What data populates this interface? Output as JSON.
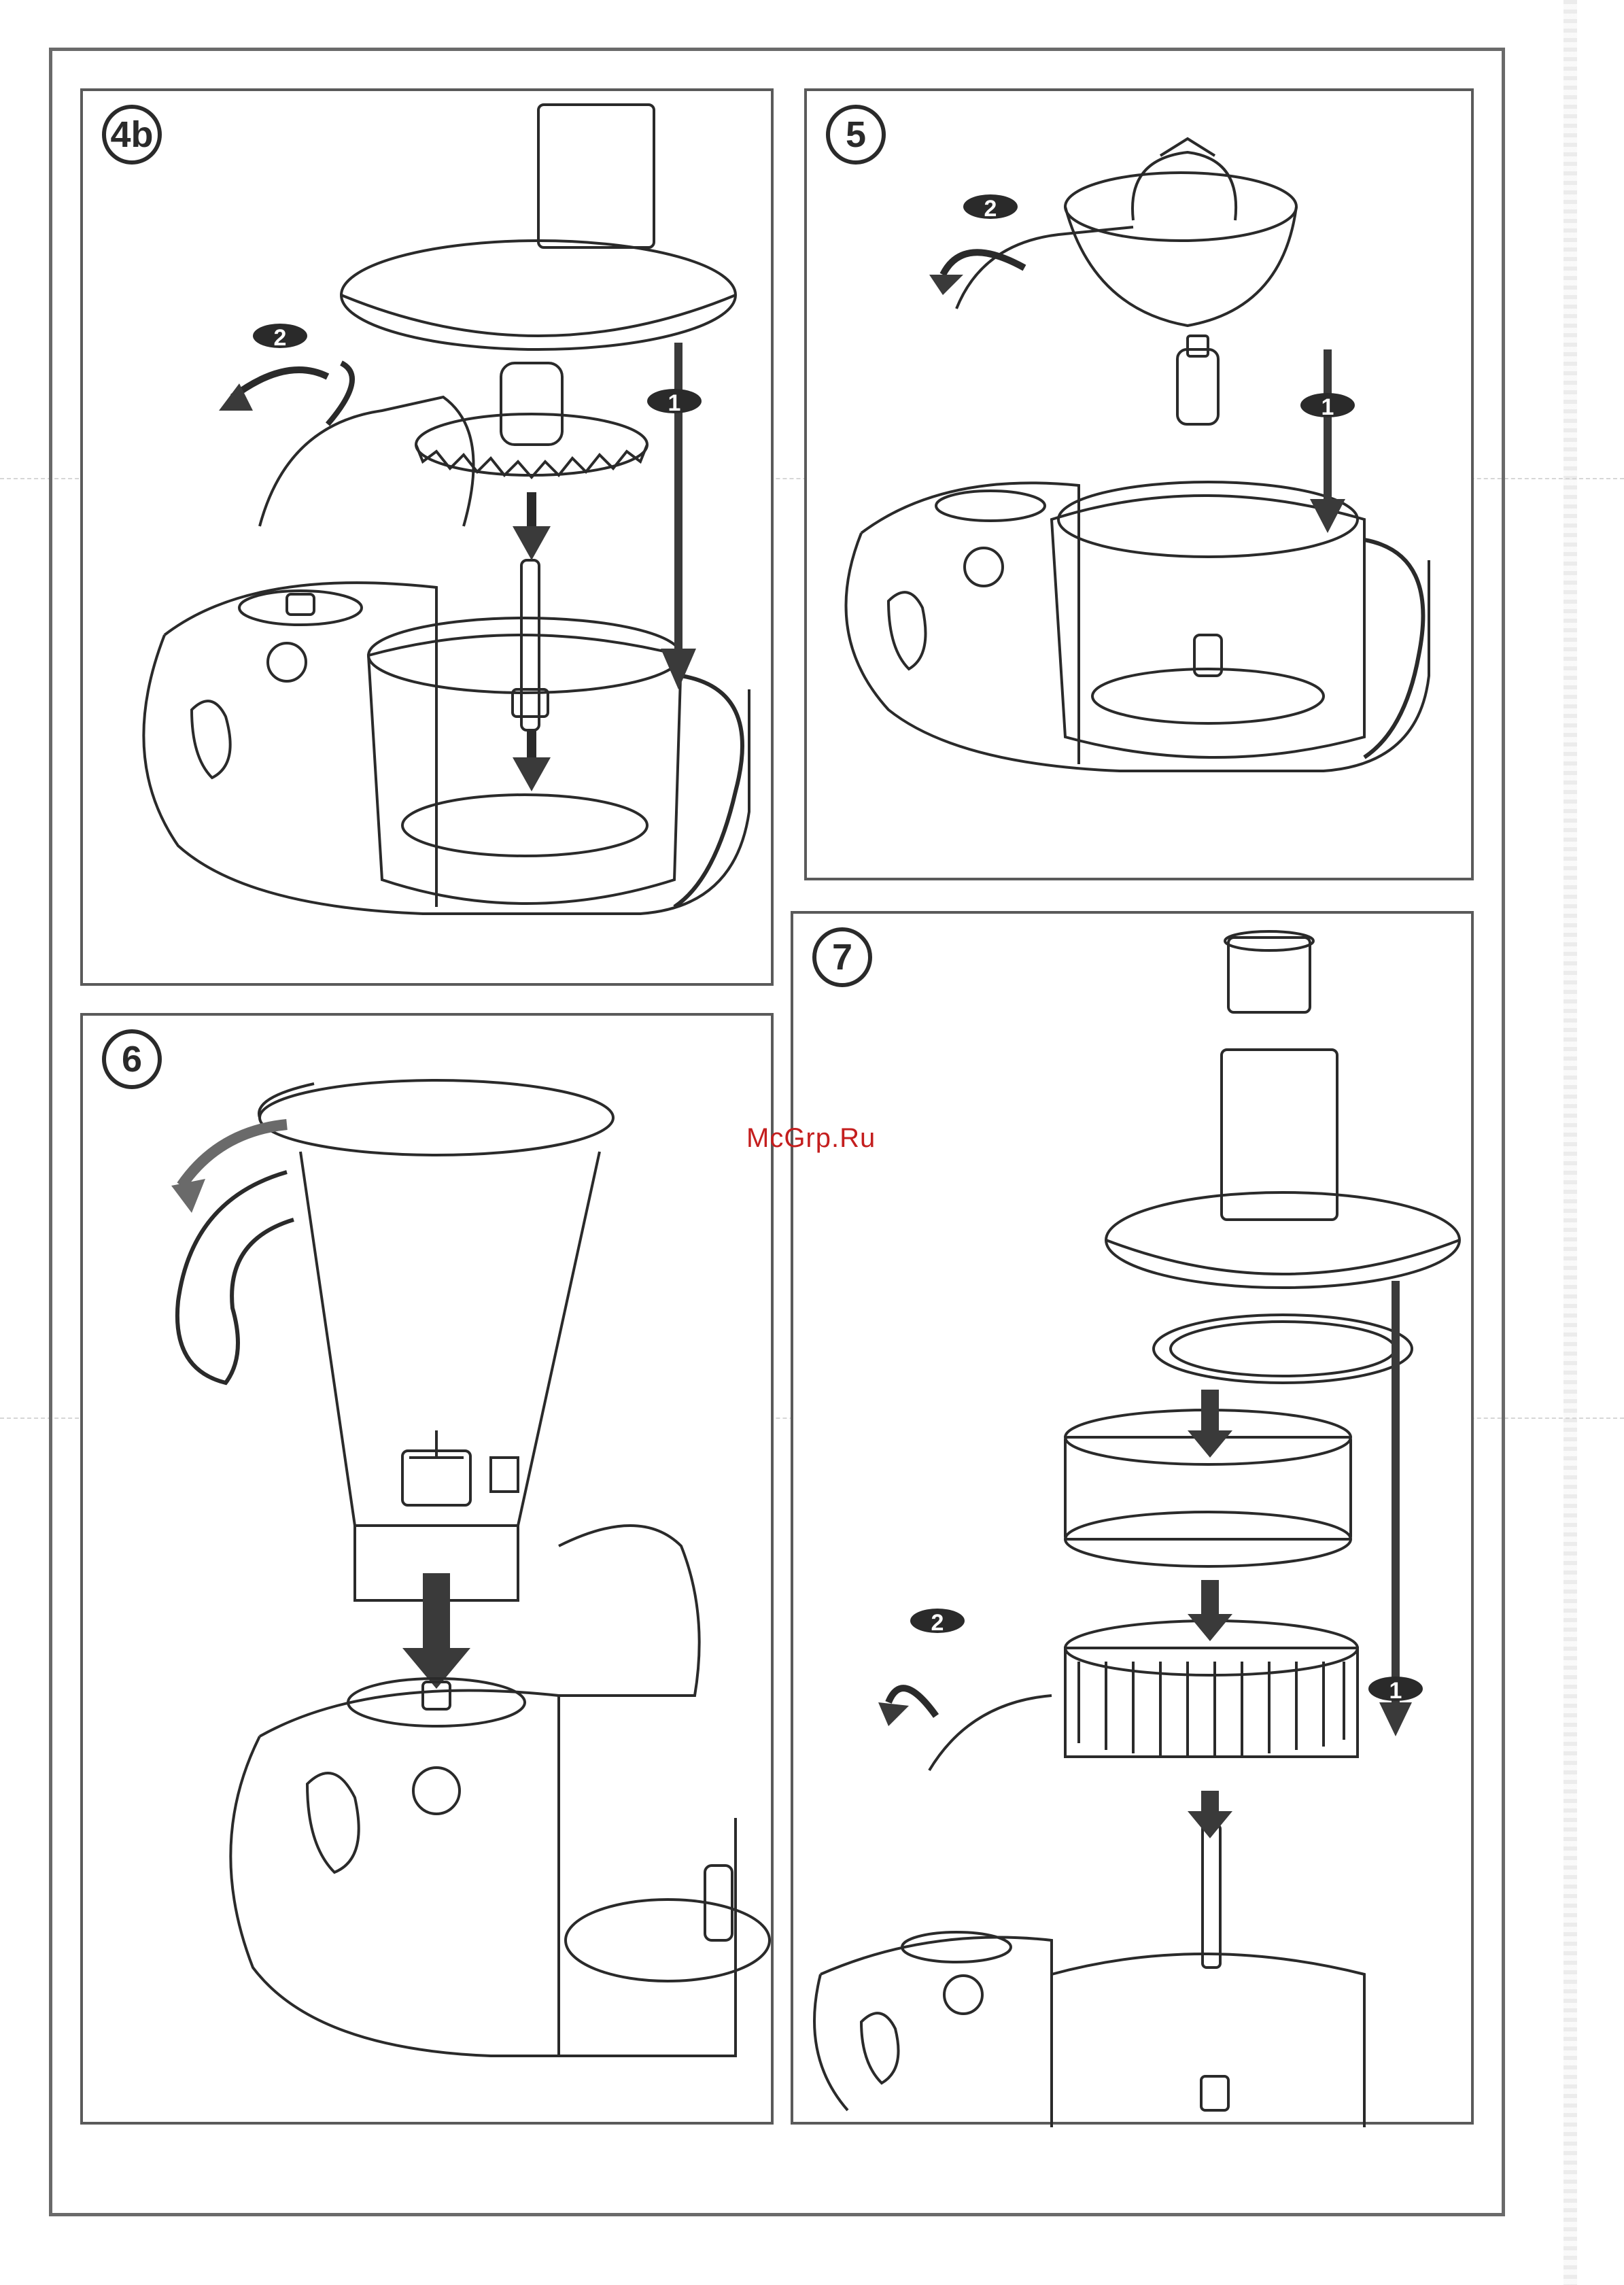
{
  "watermark": "McGrp.Ru",
  "panels": [
    {
      "id": "panel-4b",
      "step_label": "4b",
      "arrow_labels": [
        "1",
        "2"
      ]
    },
    {
      "id": "panel-5",
      "step_label": "5",
      "arrow_labels": [
        "1",
        "2"
      ]
    },
    {
      "id": "panel-6",
      "step_label": "6",
      "arrow_labels": []
    },
    {
      "id": "panel-7",
      "step_label": "7",
      "arrow_labels": [
        "1",
        "2"
      ]
    }
  ],
  "colors": {
    "line": "#2a2a2a",
    "frame": "#5a5a5a",
    "watermark": "#c41e1e",
    "arrow_fill": "#3a3a3a"
  }
}
